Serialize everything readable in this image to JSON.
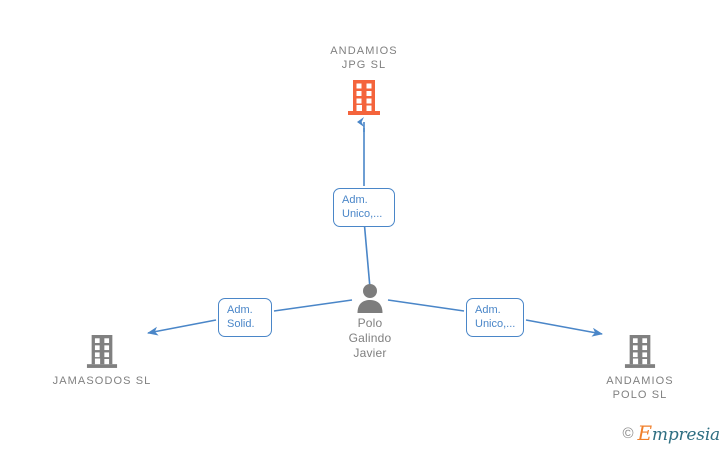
{
  "diagram": {
    "type": "corporate-relationship-graph",
    "background_color": "#ffffff",
    "edge_color": "#4a86c8",
    "company_highlight_color": "#f4643c",
    "company_default_color": "#808080",
    "person_color": "#808080"
  },
  "nodes": {
    "root_company": {
      "label": "ANDAMIOS\nJPG  SL",
      "icon": "building-icon",
      "color": "#f4643c",
      "kind": "company"
    },
    "person": {
      "label": "Polo\nGalindo\nJavier",
      "icon": "person-icon",
      "color": "#808080",
      "kind": "person"
    },
    "left_company": {
      "label": "JAMASODOS SL",
      "icon": "building-icon",
      "color": "#808080",
      "kind": "company"
    },
    "right_company": {
      "label": "ANDAMIOS\nPOLO  SL",
      "icon": "building-icon",
      "color": "#808080",
      "kind": "company"
    }
  },
  "relationships": [
    {
      "id": "person-to-root",
      "label": "Adm.\nUnico,...",
      "from": "person",
      "to": "root_company",
      "direction": "up"
    },
    {
      "id": "person-to-left",
      "label": "Adm.\nSolid.",
      "from": "person",
      "to": "left_company",
      "direction": "left"
    },
    {
      "id": "person-to-right",
      "label": "Adm.\nUnico,...",
      "from": "person",
      "to": "right_company",
      "direction": "right"
    }
  ],
  "watermark": {
    "copyright": "©",
    "brand_initial": "E",
    "brand_rest": "mpresia"
  }
}
